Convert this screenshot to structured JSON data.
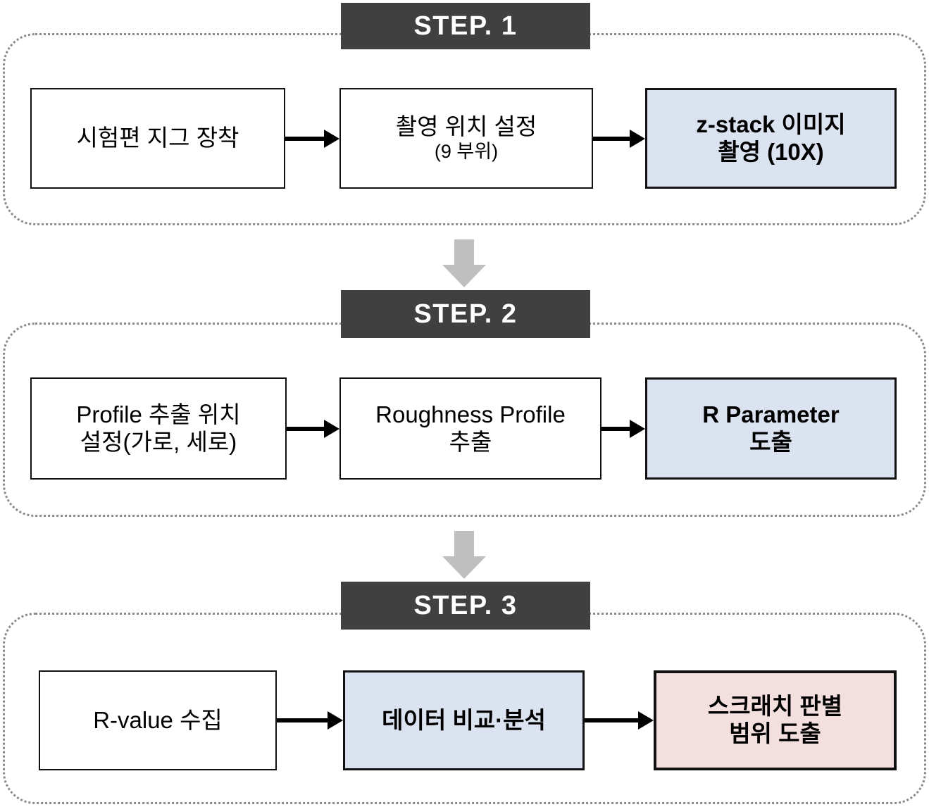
{
  "diagram": {
    "title": "Surface roughness scratch evaluation workflow",
    "colors": {
      "header_bg": "#404040",
      "header_text": "#ffffff",
      "panel_border": "#8a8a8a",
      "box_border": "#111111",
      "accent_blue": "#dce3f0",
      "accent_pink": "#f4dfdf",
      "arrow_black": "#000000",
      "arrow_gray": "#bfbfbf"
    },
    "steps": [
      {
        "header": "STEP.  1",
        "boxes": [
          {
            "line1": "시험편 지그 장착",
            "line2": "",
            "style": "plain"
          },
          {
            "line1": "촬영 위치 설정",
            "line2": "(9 부위)",
            "style": "plain"
          },
          {
            "line1": "z-stack 이미지",
            "line2": "촬영 (10X)",
            "style": "blue"
          }
        ]
      },
      {
        "header": "STEP.  2",
        "boxes": [
          {
            "line1": "Profile 추출 위치",
            "line2": "설정(가로, 세로)",
            "style": "plain"
          },
          {
            "line1": "Roughness Profile",
            "line2": "추출",
            "style": "plain"
          },
          {
            "line1": "R Parameter",
            "line2": "도출",
            "style": "blue"
          }
        ]
      },
      {
        "header": "STEP.  3",
        "boxes": [
          {
            "line1": "R-value 수집",
            "line2": "",
            "style": "plain"
          },
          {
            "line1": "데이터 비교·분석",
            "line2": "",
            "style": "blue"
          },
          {
            "line1": "스크래치 판별",
            "line2": "범위 도출",
            "style": "pink"
          }
        ]
      }
    ],
    "connectors": {
      "horizontal_arrow": "arrow-right-icon",
      "vertical_arrow": "arrow-down-block-icon"
    }
  }
}
